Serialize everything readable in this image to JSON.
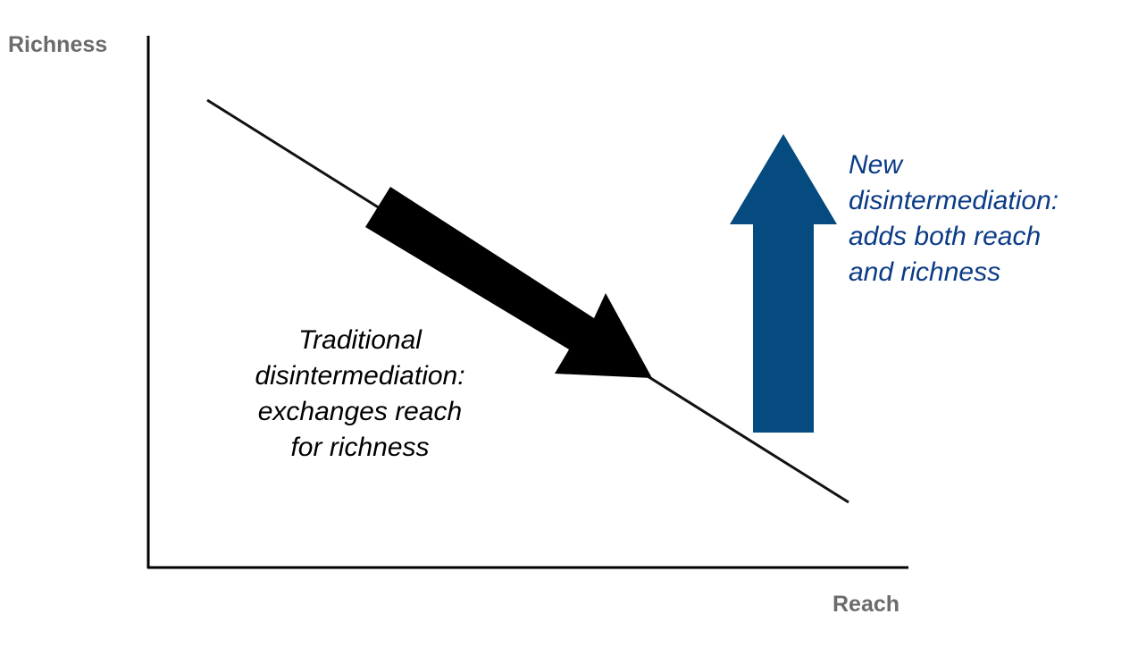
{
  "axes": {
    "y_label": "Richness",
    "x_label": "Reach",
    "label_color": "#6b6b6b"
  },
  "annotations": {
    "traditional": {
      "lines": [
        "Traditional",
        "disintermediation:",
        "exchanges reach",
        "for richness"
      ],
      "color": "#000000"
    },
    "new": {
      "lines": [
        "New",
        "disintermediation:",
        "adds both reach",
        "and richness"
      ],
      "color": "#0b3b86"
    }
  },
  "arrows": {
    "traditional_color": "#000000",
    "new_color": "#054b80"
  }
}
